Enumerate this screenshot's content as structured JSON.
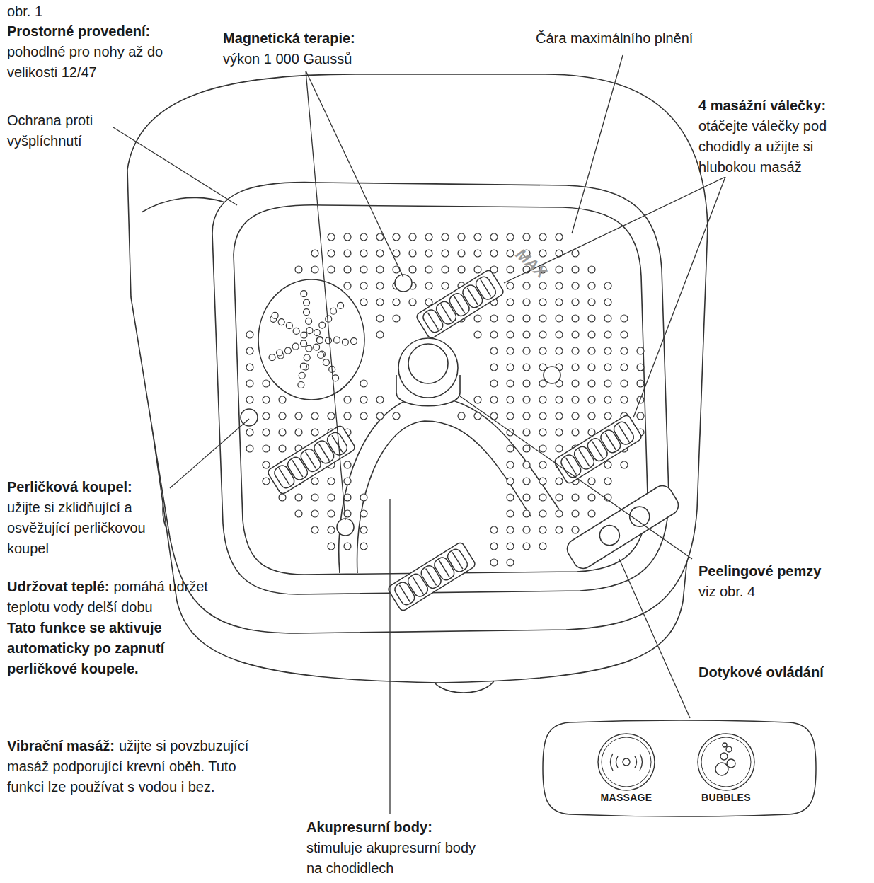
{
  "diagram": {
    "nodes": [
      {
        "text": [
          "MASSAGE",
          "BUBBLES"
        ]
      }
    ],
    "labels": [
      "obr. 1",
      "Prostorné provedení:",
      "pohodlné pro nohy až do velikosti 12/47",
      "Magnetická terapie:",
      "výkon 1 000 Gaussů",
      "Čára maximálního plnění",
      "Ochrana proti vyšplíchnutí",
      "4 masážní válečky:",
      "otáčejte válečky pod chodidly a užijte si hlubokou masáž",
      "MAX",
      "Perličková koupel:",
      "užijte si zklidňující a osvěžující perličkovou koupel",
      "Peelingové pemzy",
      "viz obr. 4",
      "Udržovat teplé:",
      "pomáhá udržet teplotu vody delší dobu",
      "Tato funkce se aktivuje automaticky po zapnutí perličkové koupele.",
      "Dotykové ovládání",
      "Vibrační masáž:",
      "užijte si povzbuzující masáž podporující krevní oběh. Tuto funkci lze používat s vodou i bez.",
      "Akupresurní body:",
      "stimuluje akupresurní body na chodidlech"
    ]
  }
}
